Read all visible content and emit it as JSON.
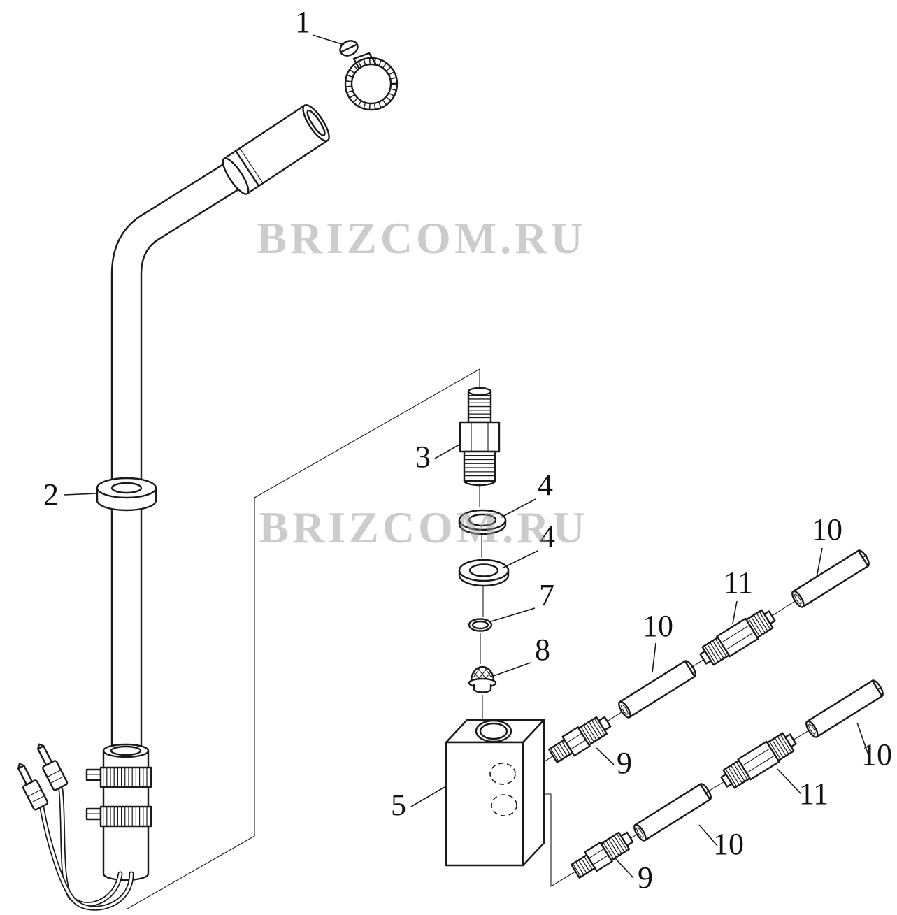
{
  "watermark": {
    "text": "BRIZCOM.RU",
    "color": "#9a9a9a"
  },
  "callouts": {
    "c1": "1",
    "c2": "2",
    "c3": "3",
    "c4a": "4",
    "c4b": "4",
    "c5": "5",
    "c7": "7",
    "c8": "8",
    "c9a": "9",
    "c9b": "9",
    "c10a": "10",
    "c10b": "10",
    "c10c": "10",
    "c10d": "10",
    "c11a": "11",
    "c11b": "11"
  }
}
